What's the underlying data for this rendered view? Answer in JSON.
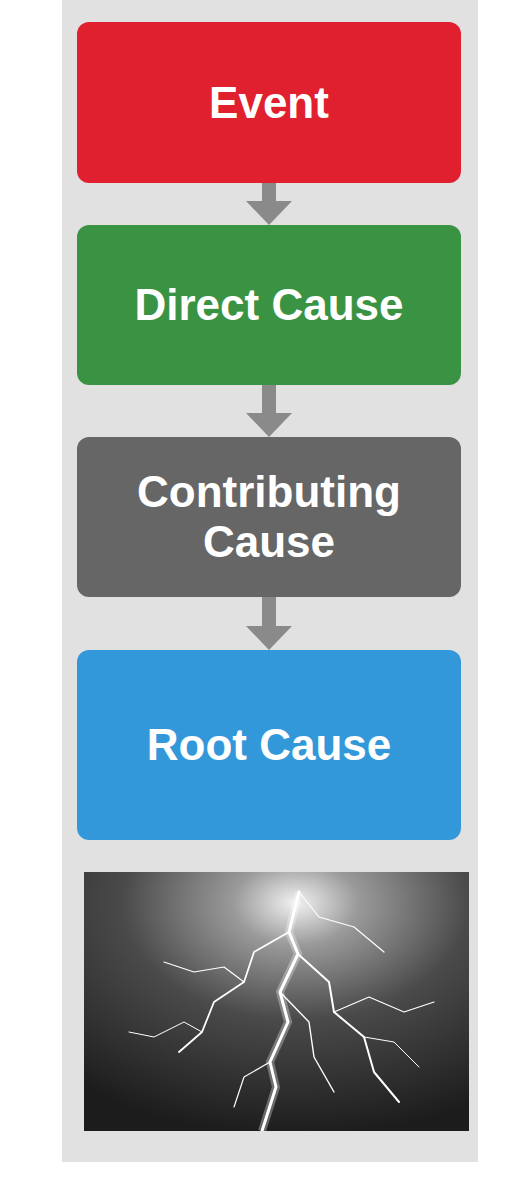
{
  "diagram": {
    "nodes": [
      {
        "text": [
          "Event"
        ]
      },
      {
        "text": [
          "Direct Cause"
        ]
      },
      {
        "text": [
          "Contributing Cause"
        ]
      },
      {
        "text": [
          "Root Cause"
        ]
      }
    ],
    "edges": [
      {
        "from": 0,
        "to": 1,
        "arrow": "to"
      },
      {
        "from": 1,
        "to": 2,
        "arrow": "to"
      },
      {
        "from": 2,
        "to": 3,
        "arrow": "to"
      }
    ]
  }
}
